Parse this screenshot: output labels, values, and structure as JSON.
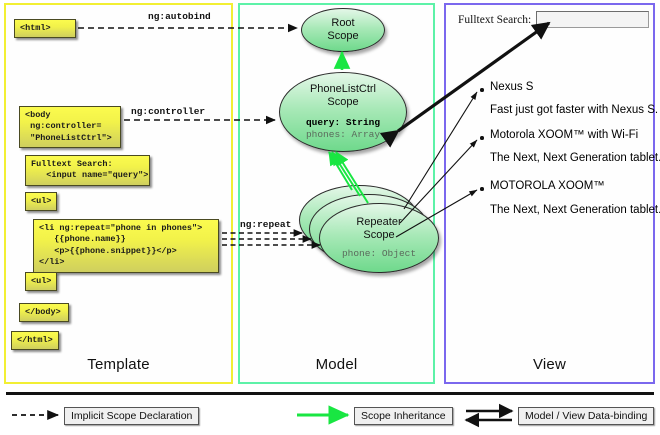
{
  "columns": {
    "template": {
      "title": "Template",
      "border_color": "#f2ef33"
    },
    "model": {
      "title": "Model",
      "border_color": "#5df2a8"
    },
    "view": {
      "title": "View",
      "border_color": "#7b68ee"
    }
  },
  "template_boxes": [
    {
      "name": "html-open-box",
      "text": "<html>"
    },
    {
      "name": "body-box",
      "text": "<body\n ng:controller=\n \"PhoneListCtrl\">"
    },
    {
      "name": "search-box",
      "text": "Fulltext Search:\n   <input name=\"query\">"
    },
    {
      "name": "ul-open-box",
      "text": "<ul>"
    },
    {
      "name": "li-repeat-box",
      "text": "<li ng:repeat=\"phone in phones\">\n   {{phone.name}}\n   <p>{{phone.snippet}}</p>\n</li>"
    },
    {
      "name": "ul-close-box",
      "text": "<ul>"
    },
    {
      "name": "body-close-box",
      "text": "</body>"
    },
    {
      "name": "html-close-box",
      "text": "</html>"
    }
  ],
  "connector_labels": [
    {
      "name": "ng-autobind-label",
      "text": "ng:autobind"
    },
    {
      "name": "ng-controller-label",
      "text": "ng:controller"
    },
    {
      "name": "ng-repeat-label",
      "text": "ng:repeat"
    }
  ],
  "scopes": [
    {
      "name": "root-scope",
      "title_line1": "Root",
      "title_line2": "Scope",
      "props": []
    },
    {
      "name": "phonelistctrl-scope",
      "title_line1": "PhoneListCtrl",
      "title_line2": "Scope",
      "props": [
        {
          "text": "query: String",
          "style": "bold"
        },
        {
          "text": "phones: Array",
          "style": "dim"
        }
      ]
    },
    {
      "name": "repeater-scope",
      "title_line1": "Repeater",
      "title_line2": "Scope",
      "props": [
        {
          "text": "phone: Object",
          "style": "dim"
        }
      ]
    }
  ],
  "view": {
    "search_label": "Fulltext Search:",
    "search_value": "",
    "search_placeholder": "",
    "phones": [
      {
        "name": "Nexus S",
        "snippet": "Fast just got faster with Nexus S."
      },
      {
        "name": "Motorola XOOM™  with Wi-Fi",
        "snippet": "The Next, Next Generation tablet."
      },
      {
        "name": "MOTOROLA XOOM™",
        "snippet": "The Next, Next Generation tablet."
      }
    ]
  },
  "legend": [
    {
      "name": "legend-implicit-scope",
      "text": "Implicit Scope Declaration",
      "arrow": "dashed-black"
    },
    {
      "name": "legend-scope-inherit",
      "text": "Scope Inheritance",
      "arrow": "solid-green"
    },
    {
      "name": "legend-data-binding",
      "text": "Model / View Data-binding",
      "arrow": "double-black"
    }
  ],
  "colors": {
    "green_arrow": "#19e642",
    "yellow_box_top": "#fbfb4e",
    "scope_fill": "#8fe3a5",
    "arrow_black": "#111111"
  }
}
